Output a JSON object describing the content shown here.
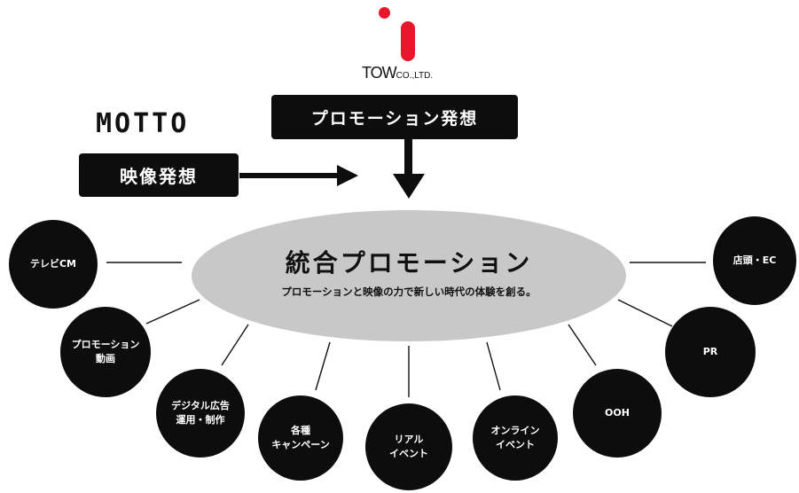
{
  "logos": {
    "tow": {
      "text": "TOW",
      "suffix": "CO.,LTD.",
      "accent_color": "#e8162b"
    },
    "motto": {
      "text": "MOTTO"
    }
  },
  "boxes": {
    "promotion_idea": "プロモーション発想",
    "video_idea": "映像発想"
  },
  "center": {
    "title": "統合プロモーション",
    "subtitle": "プロモーションと映像の力で新しい時代の体験を創る。"
  },
  "services": {
    "tv_cm": "テレビCM",
    "promo_video": {
      "line1": "プロモーション",
      "line2": "動画"
    },
    "digital_ads": {
      "line1": "デジタル広告",
      "line2": "運用・制作"
    },
    "campaigns": {
      "line1": "各種",
      "line2": "キャンペーン"
    },
    "real_events": {
      "line1": "リアル",
      "line2": "イベント"
    },
    "online_events": {
      "line1": "オンライン",
      "line2": "イベント"
    },
    "ooh": "OOH",
    "pr": "PR",
    "store_ec": "店頭・EC"
  },
  "colors": {
    "ink": "#0d0d0d",
    "ellipse": "#c8c8c8",
    "accent": "#e8162b"
  }
}
